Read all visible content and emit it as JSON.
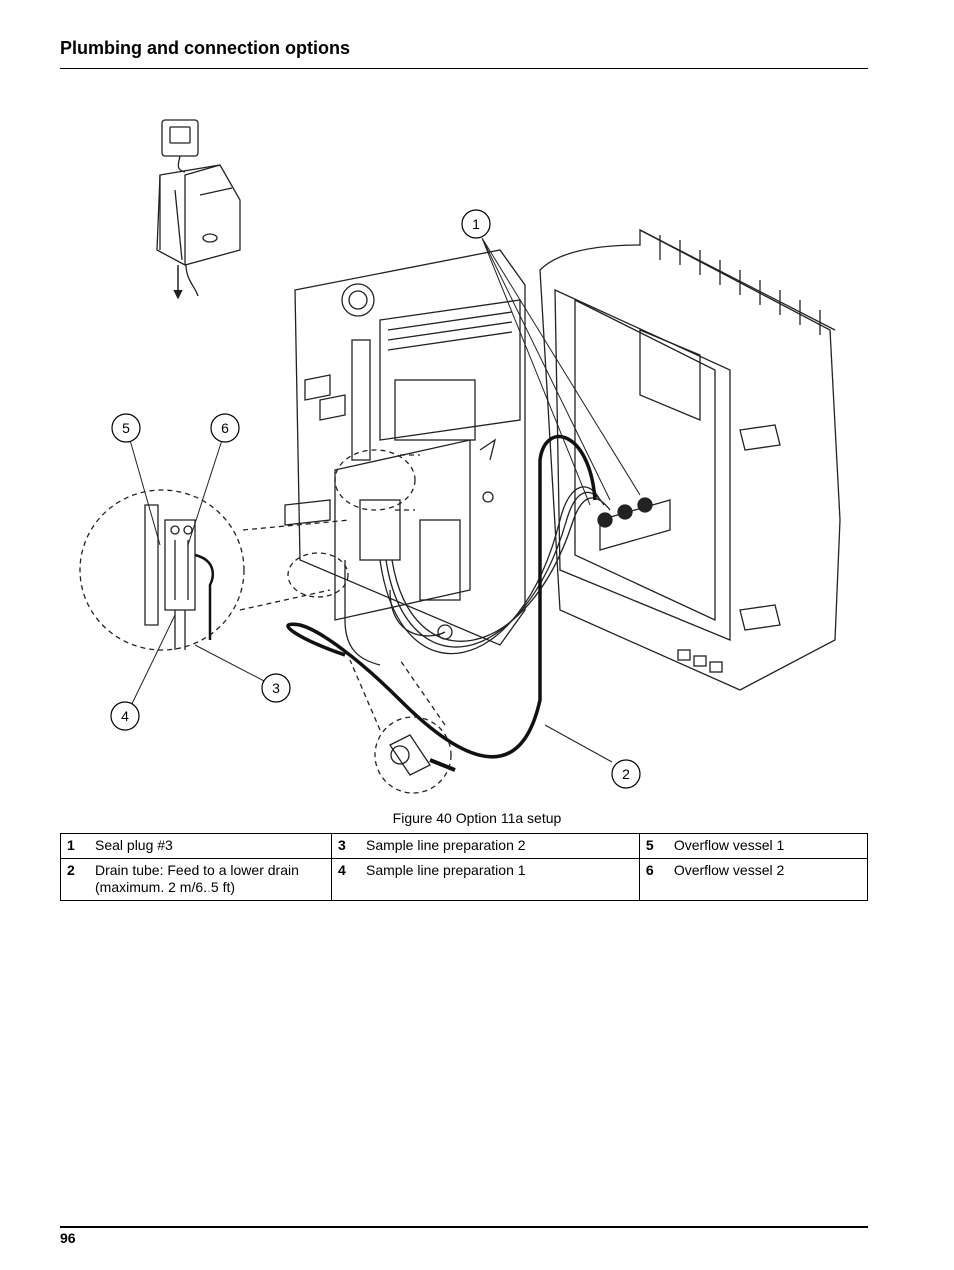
{
  "header": {
    "title": "Plumbing and connection options"
  },
  "figure": {
    "caption": "Figure 40 Option 11a setup",
    "callouts": [
      "1",
      "2",
      "3",
      "4",
      "5",
      "6"
    ]
  },
  "legend": [
    {
      "num": "1",
      "text": "Seal plug #3"
    },
    {
      "num": "2",
      "text": "Drain tube: Feed to a lower drain (maximum. 2 m/6.",
      "highlight": ".",
      "tail": "5 ft)"
    },
    {
      "num": "3",
      "text": "Sample line preparation 2"
    },
    {
      "num": "4",
      "text": "Sample line preparation 1"
    },
    {
      "num": "5",
      "text": "Overflow vessel 1"
    },
    {
      "num": "6",
      "text": "Overflow vessel 2"
    }
  ],
  "footer": {
    "page_number": "96"
  }
}
